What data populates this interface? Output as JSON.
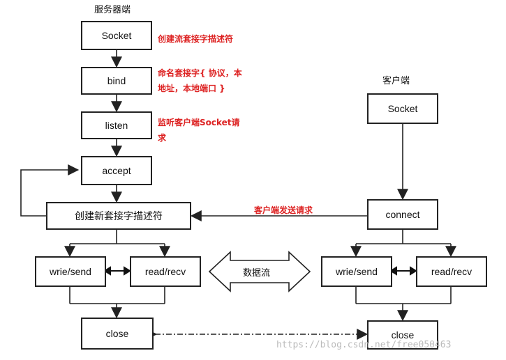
{
  "server": {
    "title": "服务器端",
    "boxes": {
      "socket": "Socket",
      "bind": "bind",
      "listen": "listen",
      "accept": "accept",
      "create": "创建新套接字描述符",
      "write": "wrie/send",
      "read": "read/recv",
      "close": "close"
    },
    "notes": {
      "socket": "创建流套接字描述符",
      "bind_line1": "命名套接字{ 协议，本",
      "bind_line2": "地址，本地端口 }",
      "listen_line1": "监听客户端Socket请",
      "listen_line2": "求"
    }
  },
  "client": {
    "title": "客户端",
    "boxes": {
      "socket": "Socket",
      "connect": "connect",
      "write": "wrie/send",
      "read": "read/recv",
      "close": "close"
    }
  },
  "labels": {
    "request": "客户端发送请求",
    "dataflow": "数据流"
  },
  "watermark": "https://blog.csdn.net/free050463",
  "colors": {
    "annotation": "#dd2222",
    "line": "#222222"
  }
}
